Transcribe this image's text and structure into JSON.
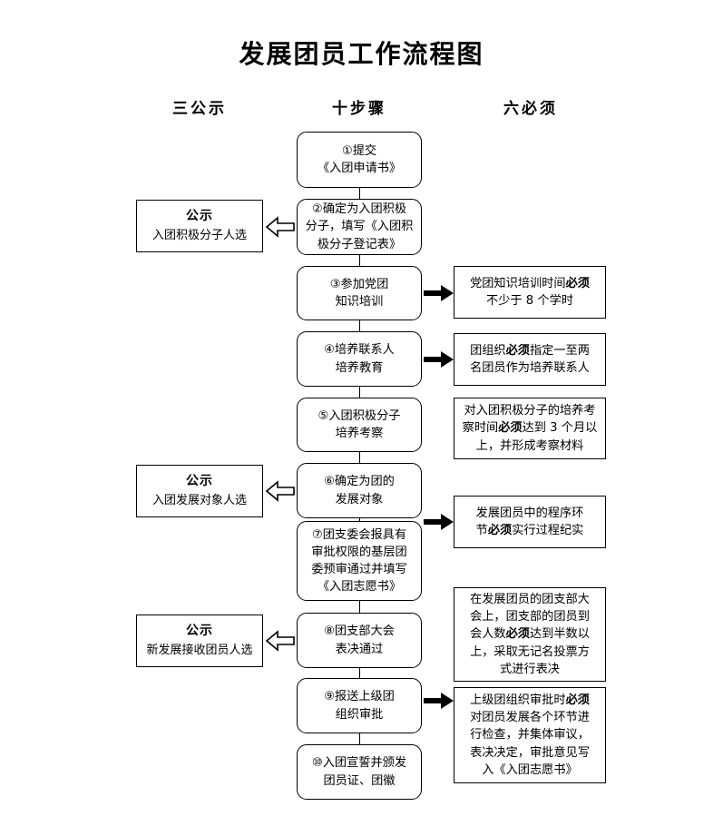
{
  "title": "发展团员工作流程图",
  "columns": [
    {
      "label": "三公示"
    },
    {
      "label": "十步骤"
    },
    {
      "label": "六必须"
    }
  ],
  "steps": [
    {
      "id": "step-1",
      "lines": [
        "①提交",
        "《入团申请书》"
      ]
    },
    {
      "id": "step-2",
      "lines": [
        "②确定为入团积极",
        "分子，填写《入团积",
        "极分子登记表》"
      ]
    },
    {
      "id": "step-3",
      "lines": [
        "③参加党团",
        "知识培训"
      ]
    },
    {
      "id": "step-4",
      "lines": [
        "④培养联系人",
        "培养教育"
      ]
    },
    {
      "id": "step-5",
      "lines": [
        "⑤入团积极分子",
        "培养考察"
      ]
    },
    {
      "id": "step-6",
      "lines": [
        "⑥确定为团的",
        "发展对象"
      ]
    },
    {
      "id": "step-7",
      "lines": [
        "⑦团支委会报具有",
        "审批权限的基层团",
        "委预审通过并填写",
        "《入团志愿书》"
      ]
    },
    {
      "id": "step-8",
      "lines": [
        "⑧团支部大会",
        "表决通过"
      ]
    },
    {
      "id": "step-9",
      "lines": [
        "⑨报送上级团",
        "组织审批"
      ]
    },
    {
      "id": "step-10",
      "lines": [
        "⑩入团宣誓并颁发",
        "团员证、团徽"
      ]
    }
  ],
  "public_notices": [
    {
      "id": "notice-1",
      "title": "公示",
      "subtitle": "入团积极分子人选"
    },
    {
      "id": "notice-2",
      "title": "公示",
      "subtitle": "入团发展对象人选"
    },
    {
      "id": "notice-3",
      "title": "公示",
      "subtitle": "新发展接收团员人选"
    }
  ],
  "requirements": [
    {
      "id": "requirement-1",
      "lines": [
        [
          {
            "t": "党团知识培训时间"
          },
          {
            "t": "必须",
            "b": true
          }
        ],
        [
          {
            "t": "不少于 8 个学时"
          }
        ]
      ]
    },
    {
      "id": "requirement-2",
      "lines": [
        [
          {
            "t": "团组织"
          },
          {
            "t": "必须",
            "b": true
          },
          {
            "t": "指定一至两"
          }
        ],
        [
          {
            "t": "名团员作为培养联系人"
          }
        ]
      ]
    },
    {
      "id": "requirement-3",
      "lines": [
        [
          {
            "t": "对入团积极分子的培养考"
          }
        ],
        [
          {
            "t": "察时间"
          },
          {
            "t": "必须",
            "b": true
          },
          {
            "t": "达到 3 个月以"
          }
        ],
        [
          {
            "t": "上，并形成考察材料"
          }
        ]
      ]
    },
    {
      "id": "requirement-4",
      "lines": [
        [
          {
            "t": "发展团员中的程序环"
          }
        ],
        [
          {
            "t": "节"
          },
          {
            "t": "必须",
            "b": true
          },
          {
            "t": "实行过程纪实"
          }
        ]
      ]
    },
    {
      "id": "requirement-5",
      "lines": [
        [
          {
            "t": "在发展团员的团支部大"
          }
        ],
        [
          {
            "t": "会上，团支部的团员到"
          }
        ],
        [
          {
            "t": "会人数"
          },
          {
            "t": "必须",
            "b": true
          },
          {
            "t": "达到半数以"
          }
        ],
        [
          {
            "t": "上，采取无记名投票方"
          }
        ],
        [
          {
            "t": "式进行表决"
          }
        ]
      ]
    },
    {
      "id": "requirement-6",
      "lines": [
        [
          {
            "t": "上级团组织审批时"
          },
          {
            "t": "必须",
            "b": true
          }
        ],
        [
          {
            "t": "对团员发展各个环节进"
          }
        ],
        [
          {
            "t": "行检查，并集体审议，"
          }
        ],
        [
          {
            "t": "表决决定，审批意见写"
          }
        ],
        [
          {
            "t": "入《入团志愿书》"
          }
        ]
      ]
    }
  ],
  "colors": {
    "stroke": "#000000",
    "background": "#ffffff"
  }
}
